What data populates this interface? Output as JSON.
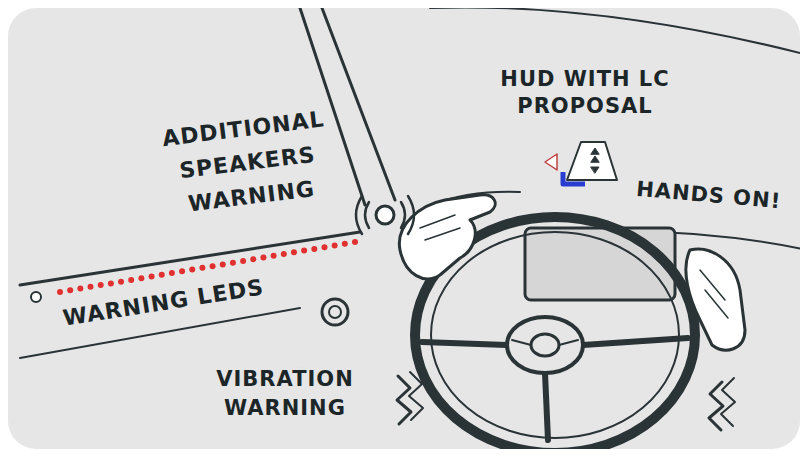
{
  "diagram": {
    "labels": [
      "ADDITIONAL SPEAKERS WARNING",
      "HUD WITH LC PROPOSAL",
      "HANDS ON!",
      "WARNING LEDS",
      "VIBRATION WARNING"
    ]
  }
}
